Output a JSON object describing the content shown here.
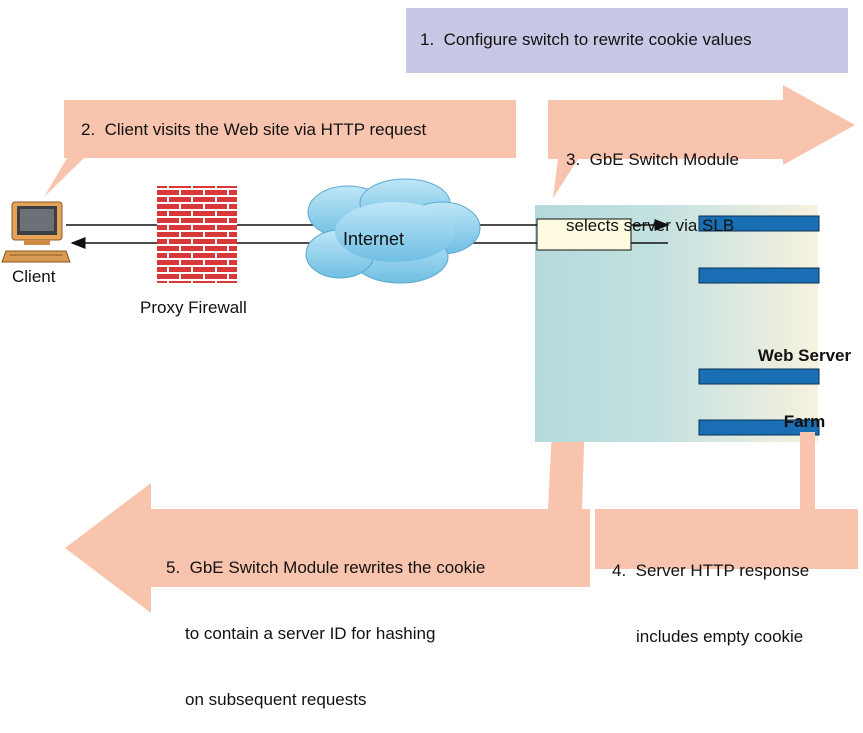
{
  "steps": {
    "step1": "1.  Configure switch to rewrite cookie values",
    "step2": "2.  Client visits the Web site via HTTP request",
    "step3": [
      "3.  GbE Switch Module",
      "selects server via SLB"
    ],
    "step4": [
      "4.  Server HTTP response",
      "includes empty cookie"
    ],
    "step5": [
      "5.  GbE Switch Module rewrites the cookie",
      "to contain a server ID for hashing",
      "on subsequent requests"
    ]
  },
  "labels": {
    "client": "Client",
    "firewall": "Proxy Firewall",
    "internet": "Internet",
    "server_farm": [
      "Web Server",
      "Farm"
    ]
  },
  "colors": {
    "callout_salmon": "#f9c4ae",
    "step1_box": "#c8c8e6",
    "farm_teal": "#b8dde0",
    "switch_box": "#fffbe0",
    "server_blue": "#1a6fb4",
    "brick_red": "#d9383a",
    "cloud_blue": "#9fd6ee"
  },
  "icons": [
    "computer-icon",
    "firewall-icon",
    "cloud-icon",
    "arrow-right-icon",
    "arrow-left-icon"
  ]
}
